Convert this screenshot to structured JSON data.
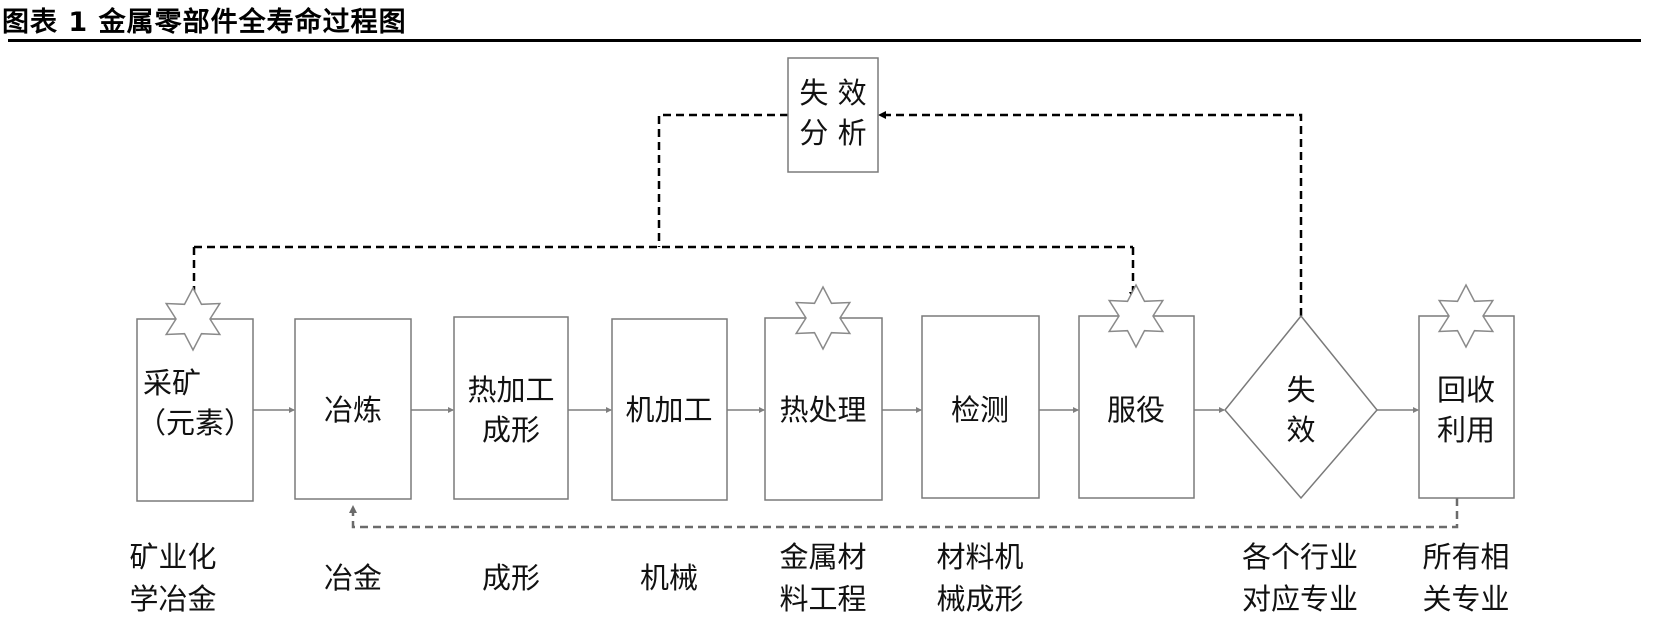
{
  "figure": {
    "title": "图表 1 金属零部件全寿命过程图"
  },
  "analysis_box": {
    "lines": [
      "失 效",
      "分 析"
    ]
  },
  "stages": [
    {
      "id": "mining",
      "lines": [
        "采矿",
        "（元素）"
      ],
      "starred": true,
      "discipline": [
        "矿业化",
        "学冶金"
      ]
    },
    {
      "id": "smelting",
      "lines": [
        "冶炼"
      ],
      "starred": false,
      "discipline": [
        "冶金"
      ]
    },
    {
      "id": "hot-forming",
      "lines": [
        "热加工",
        "成形"
      ],
      "starred": false,
      "discipline": [
        "成形"
      ]
    },
    {
      "id": "machining",
      "lines": [
        "机加工"
      ],
      "starred": false,
      "discipline": [
        "机械"
      ]
    },
    {
      "id": "heat-treatment",
      "lines": [
        "热处理"
      ],
      "starred": true,
      "discipline": [
        "金属材",
        "料工程"
      ]
    },
    {
      "id": "inspection",
      "lines": [
        "检测"
      ],
      "starred": false,
      "discipline": [
        "材料机",
        "械成形"
      ]
    },
    {
      "id": "service",
      "lines": [
        "服役"
      ],
      "starred": true,
      "discipline": []
    },
    {
      "id": "failure",
      "lines": [
        "失",
        "效"
      ],
      "shape": "diamond",
      "starred": false,
      "discipline": [
        "各个行业",
        "对应专业"
      ]
    },
    {
      "id": "recycling",
      "lines": [
        "回收",
        "利用"
      ],
      "starred": true,
      "discipline": [
        "所有相",
        "关专业"
      ]
    }
  ],
  "connections": {
    "main_flow": [
      "mining",
      "smelting",
      "hot-forming",
      "machining",
      "heat-treatment",
      "inspection",
      "service",
      "failure",
      "recycling"
    ],
    "feedback": [
      {
        "from": "failure",
        "to": "analysis_box",
        "style": "dashed-black"
      },
      {
        "from": "analysis_box",
        "to": [
          "mining",
          "service"
        ],
        "style": "dashed-black"
      },
      {
        "from": "recycling",
        "to": "smelting",
        "style": "dashed-gray"
      }
    ]
  },
  "colors": {
    "box_stroke": "#7a7a7a",
    "feedback_primary": "#000000",
    "feedback_recycle": "#6b6b6b"
  }
}
